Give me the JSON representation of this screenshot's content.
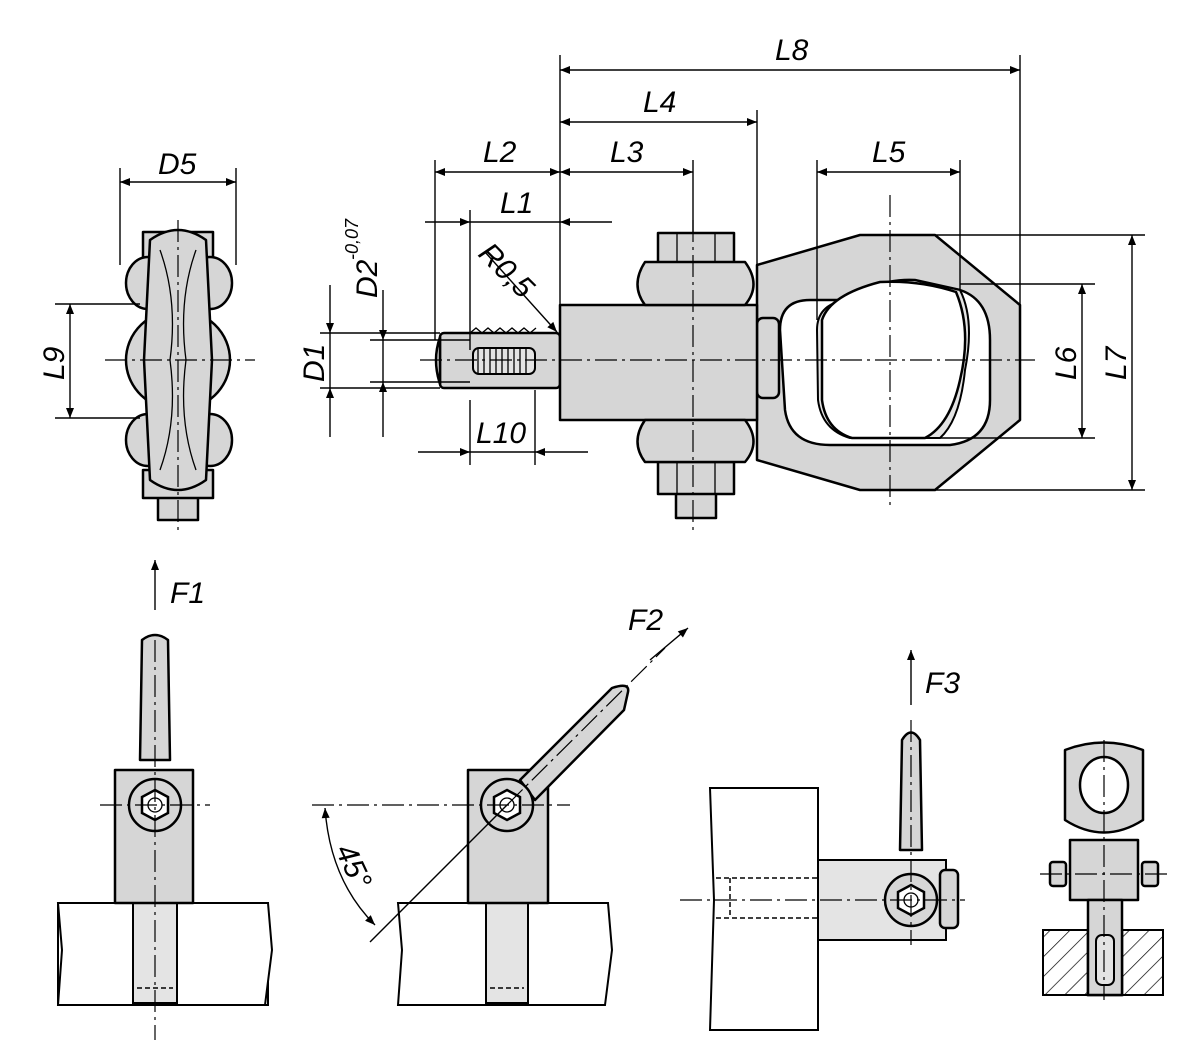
{
  "dimensions": {
    "D5": "D5",
    "L9": "L9",
    "D2": "D2",
    "D2_tolerance": "-0,07",
    "D1": "D1",
    "R": "R0,5",
    "L1": "L1",
    "L2": "L2",
    "L3": "L3",
    "L4": "L4",
    "L8": "L8",
    "L5": "L5",
    "L6": "L6",
    "L7": "L7",
    "L10": "L10"
  },
  "loads": {
    "F1": "F1",
    "F2": "F2",
    "F3": "F3",
    "angle": "45°"
  }
}
